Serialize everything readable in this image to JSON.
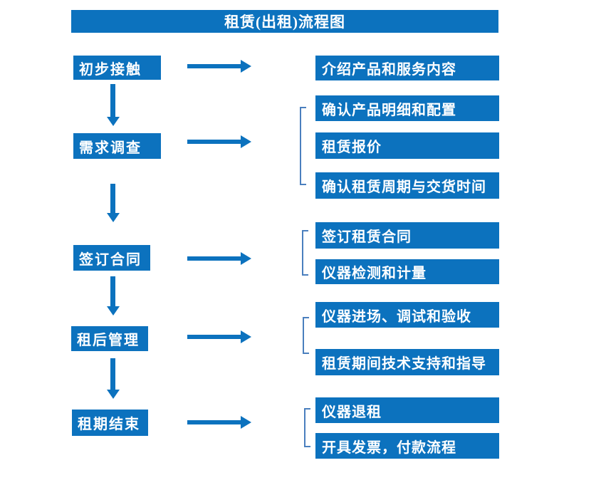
{
  "title": "租赁(出租)流程图",
  "colors": {
    "primary_blue": "#0C72BE",
    "bracket_blue": "#4A7FBE",
    "text_white": "#FFFFFF",
    "background": "#FFFFFF"
  },
  "steps": [
    {
      "label": "初步接触"
    },
    {
      "label": "需求调查"
    },
    {
      "label": "签订合同"
    },
    {
      "label": "租后管理"
    },
    {
      "label": "租期结束"
    }
  ],
  "details": [
    {
      "label": "介绍产品和服务内容"
    },
    {
      "label": "确认产品明细和配置"
    },
    {
      "label": "租赁报价"
    },
    {
      "label": "确认租赁周期与交货时间"
    },
    {
      "label": "签订租赁合同"
    },
    {
      "label": "仪器检测和计量"
    },
    {
      "label": "仪器进场、调试和验收"
    },
    {
      "label": "租赁期间技术支持和指导"
    },
    {
      "label": "仪器退租"
    },
    {
      "label": "开具发票，付款流程"
    }
  ]
}
